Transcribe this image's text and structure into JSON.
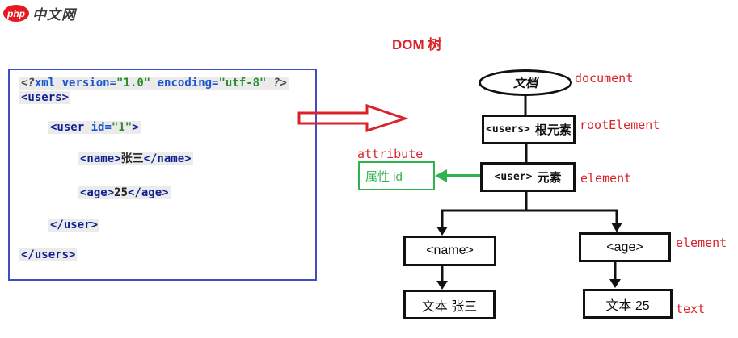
{
  "logo": {
    "brand": "php",
    "suffix": "中文网"
  },
  "title": "DOM 树",
  "code_panel": {
    "lines": [
      {
        "tokens": [
          {
            "text": "<?",
            "cls": "pi"
          },
          {
            "text": "xml",
            "cls": "kw"
          },
          {
            "text": " ",
            "cls": "plain"
          },
          {
            "text": "version=",
            "cls": "kw"
          },
          {
            "text": "\"1.0\"",
            "cls": "str"
          },
          {
            "text": " ",
            "cls": "plain"
          },
          {
            "text": "encoding=",
            "cls": "kw"
          },
          {
            "text": "\"utf-8\"",
            "cls": "str"
          },
          {
            "text": " ",
            "cls": "plain"
          },
          {
            "text": "?>",
            "cls": "pi"
          }
        ]
      },
      {
        "tokens": [
          {
            "text": "<users>",
            "cls": "tag"
          }
        ]
      },
      {
        "tokens": [
          {
            "text": "<user",
            "cls": "tag"
          },
          {
            "text": " ",
            "cls": "plain"
          },
          {
            "text": "id=",
            "cls": "kw"
          },
          {
            "text": "\"1\"",
            "cls": "str"
          },
          {
            "text": ">",
            "cls": "tag"
          }
        ]
      },
      {
        "tokens": [
          {
            "text": "<name>",
            "cls": "tag"
          },
          {
            "text": "张三",
            "cls": "plain"
          },
          {
            "text": "</name>",
            "cls": "tag"
          }
        ]
      },
      {
        "tokens": [
          {
            "text": "<age>",
            "cls": "tag"
          },
          {
            "text": "25",
            "cls": "plain"
          },
          {
            "text": "</age>",
            "cls": "tag"
          }
        ]
      },
      {
        "tokens": [
          {
            "text": "</user>",
            "cls": "tag"
          }
        ]
      },
      {
        "tokens": [
          {
            "text": "</users>",
            "cls": "tag"
          }
        ]
      }
    ]
  },
  "tree": {
    "document_node": {
      "label": "文档",
      "annotation": "document"
    },
    "root_node": {
      "tag": "<users>",
      "label": "根元素",
      "annotation": "rootElement"
    },
    "user_node": {
      "tag": "<user>",
      "label": "元素",
      "annotation": "element"
    },
    "attribute_node": {
      "label": "属性 id",
      "annotation": "attribute"
    },
    "name_node": {
      "tag": "<name>"
    },
    "age_node": {
      "tag": "<age>",
      "annotation": "element"
    },
    "name_text_node": {
      "label": "文本 张三"
    },
    "age_text_node": {
      "label": "文本 25",
      "annotation": "text"
    }
  },
  "colors": {
    "annotation_red": "#d8232a",
    "attribute_green": "#2fb34f",
    "code_border_blue": "#3f4ec4",
    "tag_navy": "#10208f",
    "keyword_blue": "#1a55cc",
    "string_green": "#2e8b2e",
    "logo_red": "#e31b21"
  }
}
